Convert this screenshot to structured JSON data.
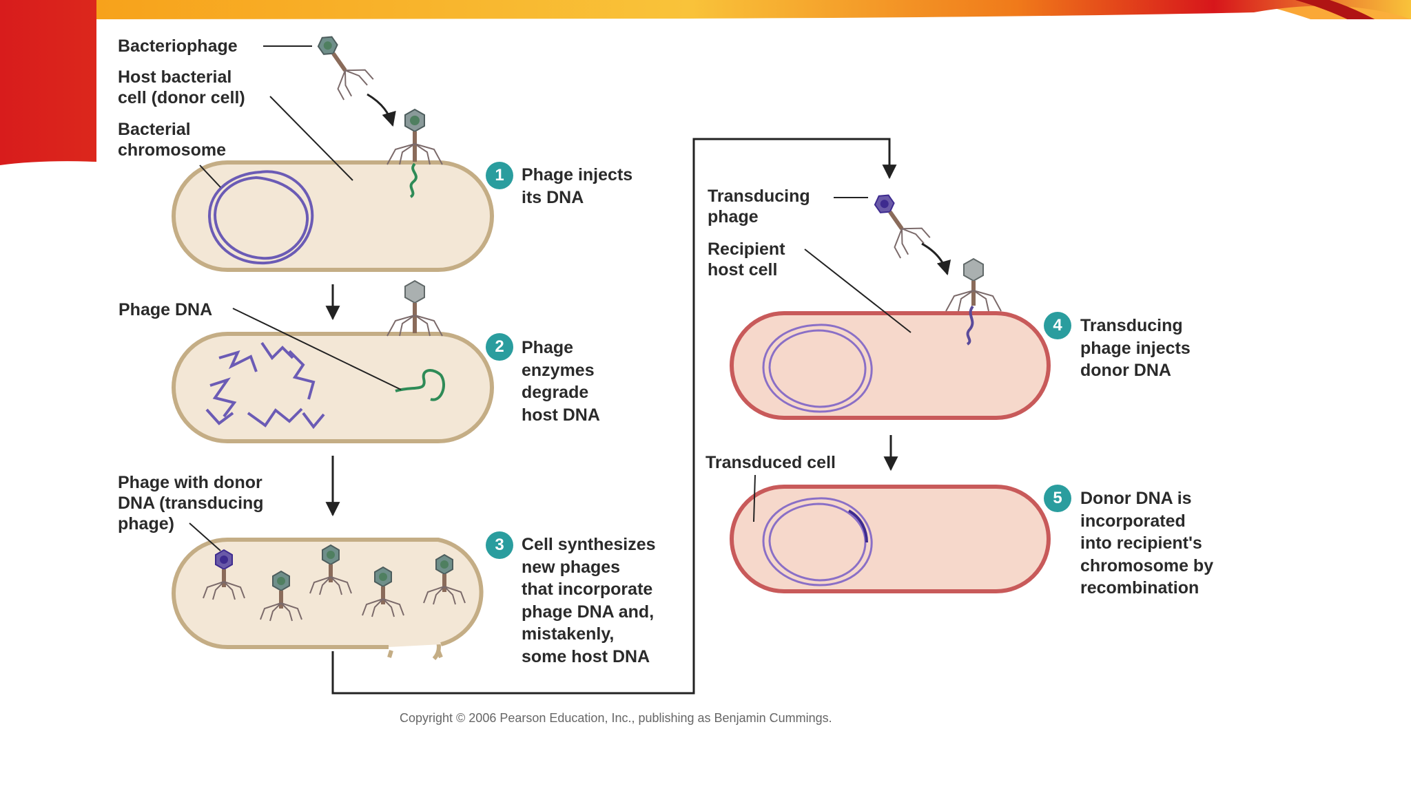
{
  "colors": {
    "donor_cell_fill": "#f3e7d6",
    "donor_cell_outline": "#c4ad85",
    "recipient_cell_fill": "#f6d8cb",
    "recipient_cell_outline": "#c85a5a",
    "chromosome": "#6b5bb5",
    "phage_dna": "#2e8b57",
    "phage_head": "#7f8c8d",
    "badge": "#2a9d9e"
  },
  "labels": {
    "bacteriophage": "Bacteriophage",
    "host_cell": "Host bacterial\ncell (donor cell)",
    "bacterial_chromosome": "Bacterial\nchromosome",
    "phage_dna": "Phage DNA",
    "phage_with_donor": "Phage with donor\nDNA (transducing\nphage)",
    "transducing_phage": "Transducing\nphage",
    "recipient_host_cell": "Recipient\nhost cell",
    "transduced_cell": "Transduced cell"
  },
  "steps": [
    {
      "number": "1",
      "text": "Phage injects\nits DNA"
    },
    {
      "number": "2",
      "text": "Phage\nenzymes\ndegrade\nhost DNA"
    },
    {
      "number": "3",
      "text": "Cell synthesizes\nnew phages\nthat incorporate\nphage DNA and,\nmistakenly,\nsome host DNA"
    },
    {
      "number": "4",
      "text": "Transducing\nphage injects\ndonor DNA"
    },
    {
      "number": "5",
      "text": "Donor DNA is\nincorporated\ninto recipient's\nchromosome by\nrecombination"
    }
  ],
  "copyright": "Copyright © 2006 Pearson Education, Inc., publishing as Benjamin Cummings."
}
